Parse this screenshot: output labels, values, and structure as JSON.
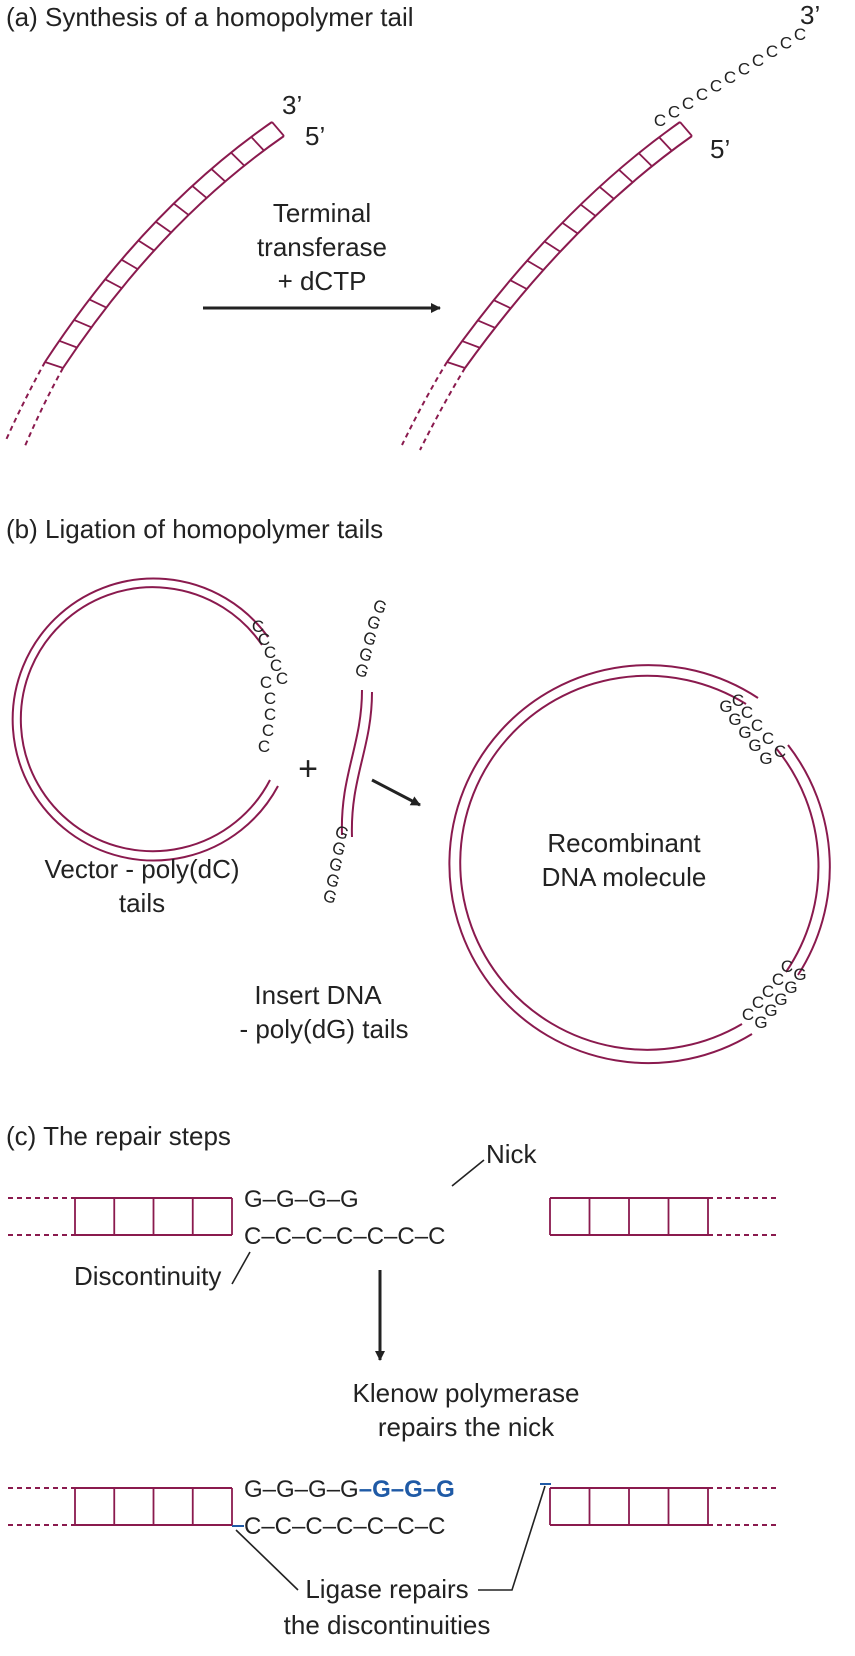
{
  "panel_a": {
    "heading": "(a) Synthesis of a homopolymer tail",
    "end_3": "3’",
    "end_5": "5’",
    "enzyme_line1": "Terminal",
    "enzyme_line2": "transferase",
    "enzyme_line3": "+ dCTP",
    "tail_base": "C",
    "tail_length": 11
  },
  "panel_b": {
    "heading": "(b) Ligation of homopolymer tails",
    "plus_sign": "+",
    "vector_line1": "Vector - poly(dC)",
    "vector_line2": "tails",
    "insert_line1": "Insert DNA",
    "insert_line2": "- poly(dG) tails",
    "product_line1": "Recombinant",
    "product_line2": "DNA molecule",
    "base_c": "C",
    "base_g": "G"
  },
  "panel_c": {
    "heading": "(c) The repair steps",
    "nick_label": "Nick",
    "discontinuity_label": "Discontinuity",
    "top_strand_before": "G–G–G–G",
    "bottom_strand": "C–C–C–C–C–C–C",
    "top_strand_existing": "G–G–G–G",
    "top_strand_new": "–G–G–G",
    "klenow_line1": "Klenow polymerase",
    "klenow_line2": "repairs the nick",
    "ligase_line1": "Ligase repairs",
    "ligase_line2": "the discontinuities"
  },
  "colors": {
    "dna_strand": "#8a1a4e",
    "new_bases": "#1f5aa6",
    "arrow": "#222222"
  }
}
